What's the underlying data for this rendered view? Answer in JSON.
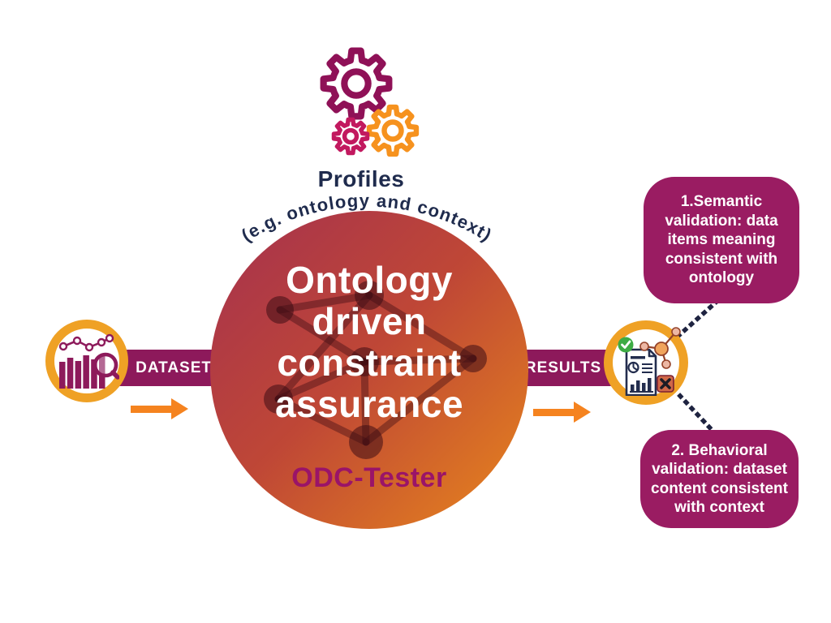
{
  "profiles": {
    "label": "Profiles",
    "note": "(e.g. ontology and context)"
  },
  "flow": {
    "input_label": "DATASET",
    "output_label": "RESULTS"
  },
  "circle": {
    "title": "Ontology\ndriven\nconstraint\nassurance",
    "subtitle": "ODC-Tester"
  },
  "validation_boxes": [
    {
      "text": "1.Semantic\nvalidation: data\nitems meaning\nconsistent with\nontology"
    },
    {
      "text": "2. Behavioral\nvalidation: dataset\ncontent consistent\nwith context"
    }
  ],
  "colors": {
    "banner_magenta": "#8d195b",
    "box_magenta": "#9a1c62",
    "circle_gradient_start": "#a5314f",
    "circle_gradient_end": "#e8871c",
    "arrow_orange": "#f5831f",
    "ring_orange": "#efa125",
    "navy_text": "#1f2b4d",
    "gear_dark_magenta": "#8f1157",
    "gear_pink": "#c2195f",
    "gear_orange": "#f6921e",
    "check_green": "#3dab44",
    "error_red_orange": "#d06848",
    "odc_label_magenta": "#9a1468"
  }
}
